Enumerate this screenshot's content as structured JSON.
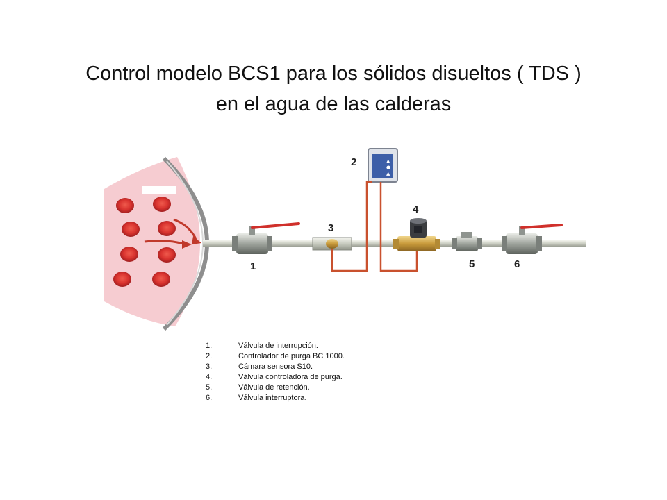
{
  "title": {
    "line1": "Control modelo BCS1 para los sólidos disueltos ( TDS )",
    "line2": "en el agua de las calderas"
  },
  "callouts": [
    "1",
    "2",
    "3",
    "4",
    "5",
    "6"
  ],
  "legend": [
    {
      "num": "1.",
      "text": "Válvula de interrupción."
    },
    {
      "num": "2.",
      "text": "Controlador de purga BC 1000."
    },
    {
      "num": "3.",
      "text": "Cámara  sensora S10."
    },
    {
      "num": "4.",
      "text": "Válvula controladora de purga."
    },
    {
      "num": "5.",
      "text": "Válvula de retención."
    },
    {
      "num": "6.",
      "text": "Válvula interruptora."
    }
  ],
  "colors": {
    "boiler_fill": "#f6c9cf",
    "tube_red": "#d8322e",
    "pipe": "#cfd3c7",
    "wire": "#c9512e",
    "valve_handle": "#d0302b",
    "controller_screen": "#3d5fa8"
  },
  "icons": [
    "boiler-tubes",
    "shutoff-valve",
    "controller",
    "sensor-chamber",
    "blowdown-valve",
    "check-valve"
  ]
}
